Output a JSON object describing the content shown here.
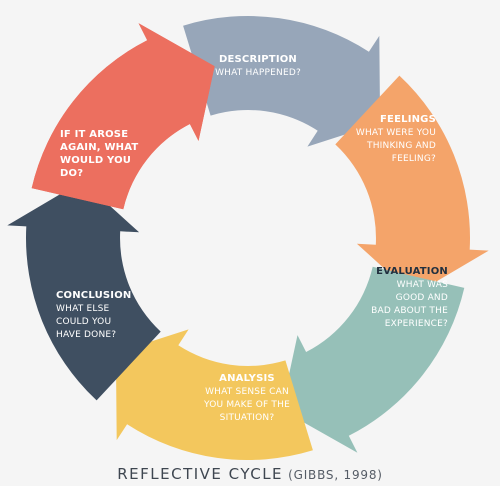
{
  "diagram": {
    "segments": [
      {
        "id": "description",
        "title": [
          "DESCRIPTION"
        ],
        "subtitle": [
          "WHAT HAPPENED?"
        ],
        "color": "#97a6b9"
      },
      {
        "id": "feelings",
        "title": [
          "FEELINGS"
        ],
        "subtitle": [
          "WHAT WERE YOU",
          "THINKING AND",
          "FEELING?"
        ],
        "color": "#f4a46a"
      },
      {
        "id": "evaluation",
        "title": [
          "EVALUATION"
        ],
        "subtitle": [
          "WHAT WAS",
          "GOOD AND",
          "BAD ABOUT THE",
          "EXPERIENCE?"
        ],
        "color": "#96c0b8"
      },
      {
        "id": "analysis",
        "title": [
          "ANALYSIS"
        ],
        "subtitle": [
          "WHAT SENSE CAN",
          "YOU MAKE OF THE",
          "SITUATION?"
        ],
        "color": "#f3c75d"
      },
      {
        "id": "conclusion",
        "title": [
          "CONCLUSION"
        ],
        "subtitle": [
          "WHAT ELSE",
          "COULD YOU",
          "HAVE DONE?"
        ],
        "color": "#3f4f61"
      },
      {
        "id": "action-plan",
        "title": [
          "IF IT AROSE",
          "AGAIN, WHAT",
          "WOULD YOU",
          "DO?"
        ],
        "subtitle": [],
        "color": "#ec6f5f"
      }
    ]
  },
  "caption": {
    "main": "REFLECTIVE CYCLE",
    "cite": "(GIBBS, 1998)"
  }
}
